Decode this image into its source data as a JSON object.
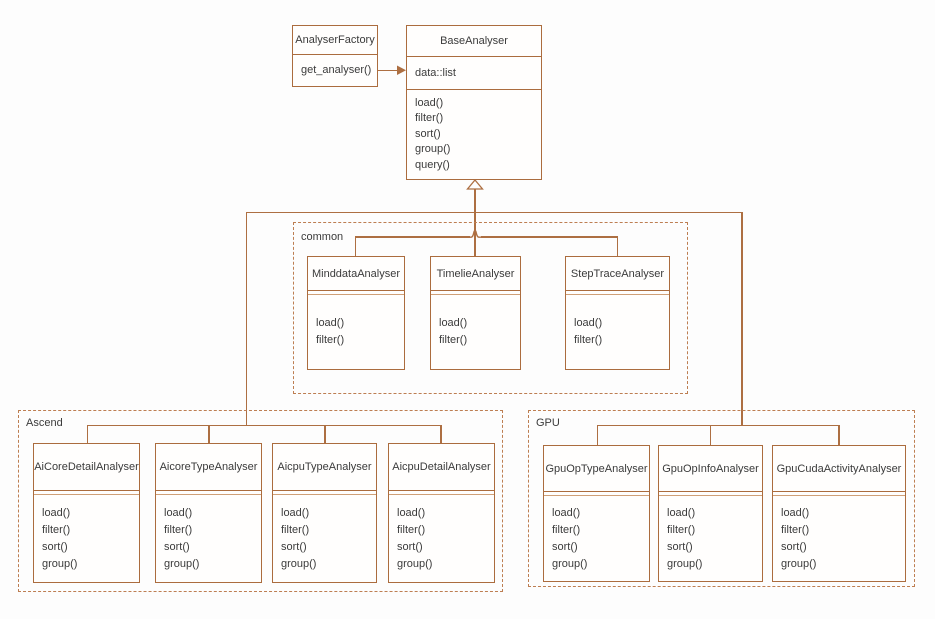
{
  "diagram": {
    "type": "uml-class-diagram",
    "colors": {
      "box_border": "#ab6c3e",
      "connector": "#ad6f42",
      "group_border": "#bd7e52",
      "text": "#3b3b3b",
      "background": "#fdfdfd"
    },
    "factory": {
      "name": "AnalyserFactory",
      "methods": [
        "get_analyser()"
      ]
    },
    "base": {
      "name": "BaseAnalyser",
      "attributes": [
        "data::list"
      ],
      "methods": [
        "load()",
        "filter()",
        "sort()",
        "group()",
        "query()"
      ]
    },
    "groups": {
      "common": {
        "label": "common",
        "classes": [
          {
            "name": "MinddataAnalyser",
            "methods": [
              "load()",
              "filter()"
            ]
          },
          {
            "name": "TimelieAnalyser",
            "methods": [
              "load()",
              "filter()"
            ]
          },
          {
            "name": "StepTraceAnalyser",
            "methods": [
              "load()",
              "filter()"
            ]
          }
        ]
      },
      "ascend": {
        "label": "Ascend",
        "classes": [
          {
            "name": "AiCoreDetailAnalyser",
            "methods": [
              "load()",
              "filter()",
              "sort()",
              "group()"
            ]
          },
          {
            "name": "AicoreTypeAnalyser",
            "methods": [
              "load()",
              "filter()",
              "sort()",
              "group()"
            ]
          },
          {
            "name": "AicpuTypeAnalyser",
            "methods": [
              "load()",
              "filter()",
              "sort()",
              "group()"
            ]
          },
          {
            "name": "AicpuDetailAnalyser",
            "methods": [
              "load()",
              "filter()",
              "sort()",
              "group()"
            ]
          }
        ]
      },
      "gpu": {
        "label": "GPU",
        "classes": [
          {
            "name": "GpuOpTypeAnalyser",
            "methods": [
              "load()",
              "filter()",
              "sort()",
              "group()"
            ]
          },
          {
            "name": "GpuOpInfoAnalyser",
            "methods": [
              "load()",
              "filter()",
              "sort()",
              "group()"
            ]
          },
          {
            "name": "GpuCudaActivityAnalyser",
            "methods": [
              "load()",
              "filter()",
              "sort()",
              "group()"
            ]
          }
        ]
      }
    }
  }
}
